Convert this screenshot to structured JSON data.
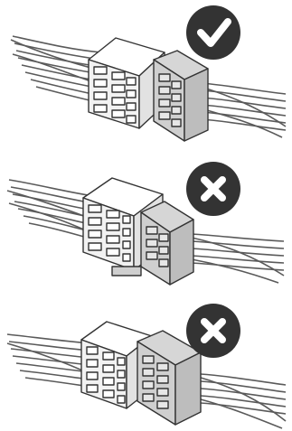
{
  "panels": [
    {
      "id": "correct-connection",
      "status": "correct",
      "icon": "check-icon"
    },
    {
      "id": "incorrect-connection-1",
      "status": "incorrect",
      "icon": "cross-icon"
    },
    {
      "id": "incorrect-connection-2",
      "status": "incorrect",
      "icon": "cross-icon"
    }
  ],
  "colors": {
    "badge_background": "#333333",
    "badge_mark": "#ffffff",
    "wire": "#5a5a5a",
    "housing_light": "#ffffff",
    "housing_dark": "#cfcfcf",
    "outline": "#333333"
  }
}
